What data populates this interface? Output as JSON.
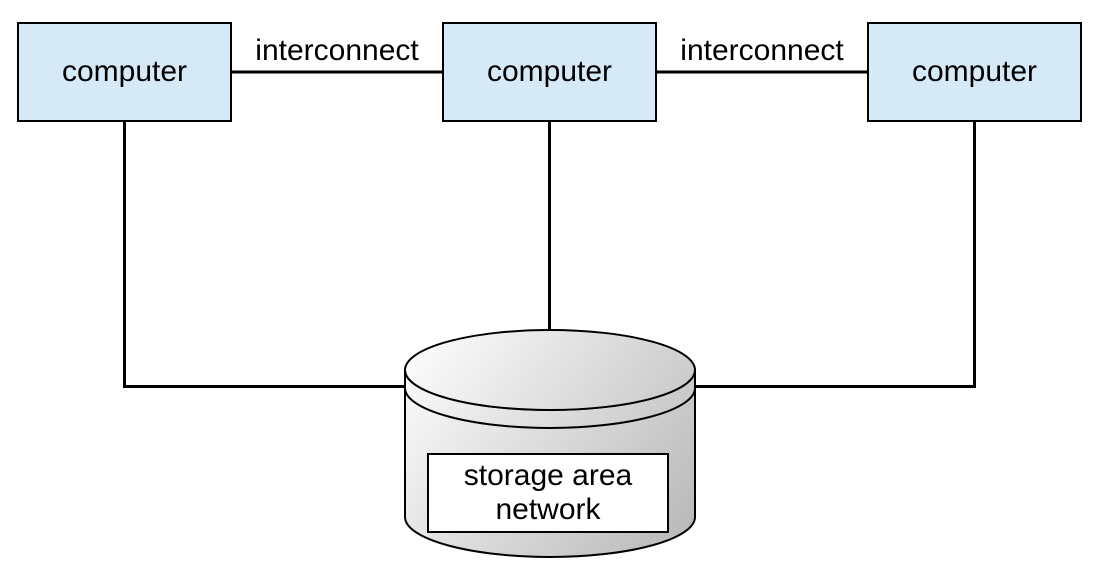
{
  "diagram": {
    "computers": [
      {
        "label": "computer"
      },
      {
        "label": "computer"
      },
      {
        "label": "computer"
      }
    ],
    "interconnects": [
      {
        "label": "interconnect"
      },
      {
        "label": "interconnect"
      }
    ],
    "storage": {
      "label": "storage area network"
    }
  },
  "colors": {
    "computer_fill": "#d6e9f7",
    "outline": "#000000",
    "cylinder_light": "#ffffff",
    "cylinder_dark": "#b8b8b8",
    "storage_label_fill": "#ffffff",
    "background": "#ffffff"
  }
}
